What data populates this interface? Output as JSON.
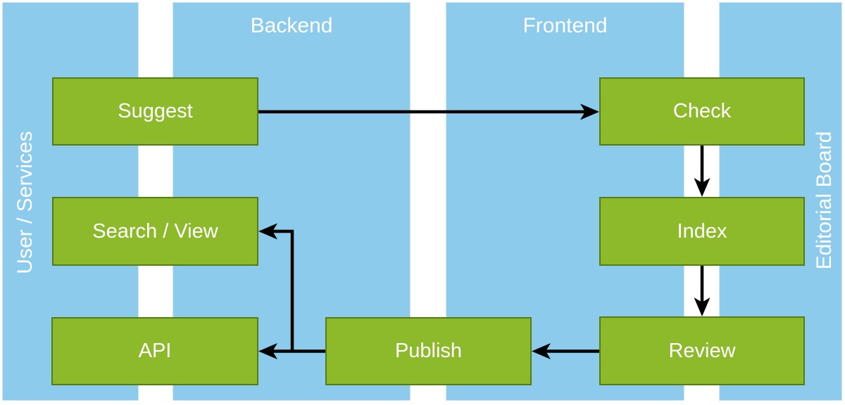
{
  "diagram": {
    "lanes": [
      {
        "id": "user-services",
        "label": "User / Services",
        "label_position": "left-rotated"
      },
      {
        "id": "backend",
        "label": "Backend",
        "label_position": "top"
      },
      {
        "id": "frontend",
        "label": "Frontend",
        "label_position": "top"
      },
      {
        "id": "editorial-board",
        "label": "Editorial Board",
        "label_position": "right-rotated"
      }
    ],
    "nodes": [
      {
        "id": "suggest",
        "label": "Suggest",
        "lane": "user-services/backend"
      },
      {
        "id": "check",
        "label": "Check",
        "lane": "frontend/editorial-board"
      },
      {
        "id": "index",
        "label": "Index",
        "lane": "frontend/editorial-board"
      },
      {
        "id": "review",
        "label": "Review",
        "lane": "frontend/editorial-board"
      },
      {
        "id": "publish",
        "label": "Publish",
        "lane": "backend/frontend"
      },
      {
        "id": "search-view",
        "label": "Search / View",
        "lane": "user-services/backend"
      },
      {
        "id": "api",
        "label": "API",
        "lane": "user-services/backend"
      }
    ],
    "edges": [
      {
        "from": "suggest",
        "to": "check"
      },
      {
        "from": "check",
        "to": "index"
      },
      {
        "from": "index",
        "to": "review"
      },
      {
        "from": "review",
        "to": "publish"
      },
      {
        "from": "publish",
        "to": "api"
      },
      {
        "from": "publish",
        "to": "search-view"
      }
    ],
    "colors": {
      "lane_fill": "#8CCBEB",
      "node_fill": "#8CBA2A",
      "node_border": "#567D14",
      "arrow": "#000000",
      "text": "#FFFFFF",
      "background": "#FFFFFF"
    }
  }
}
